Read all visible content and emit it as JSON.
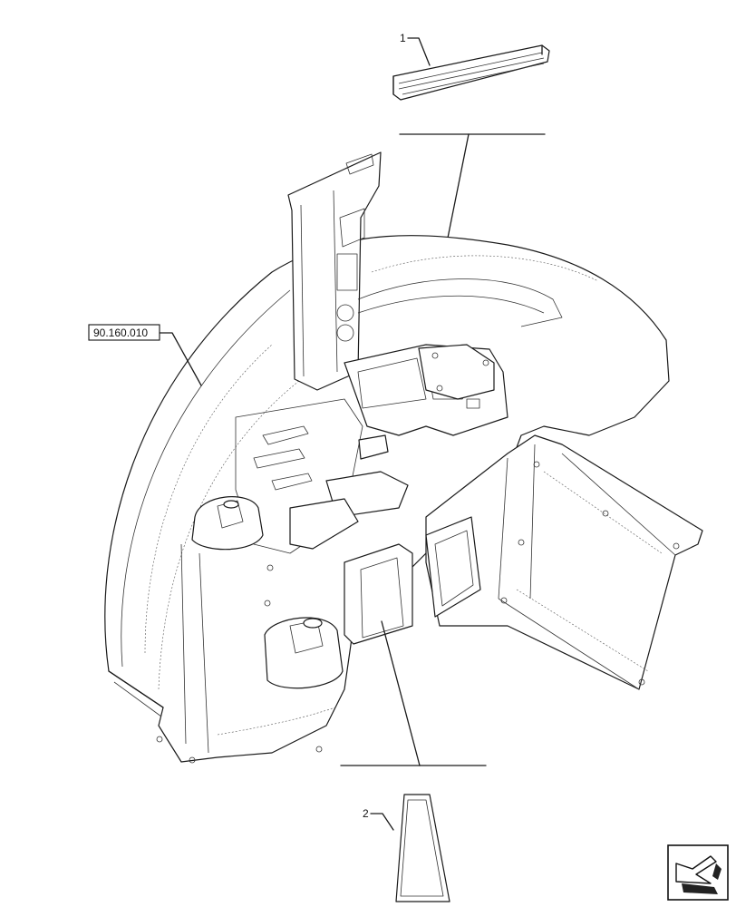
{
  "callouts": [
    {
      "number": "1"
    },
    {
      "number": "2"
    }
  ],
  "reference": {
    "code": "90.160.010"
  },
  "nav_icon": "next-page-arrow-icon"
}
